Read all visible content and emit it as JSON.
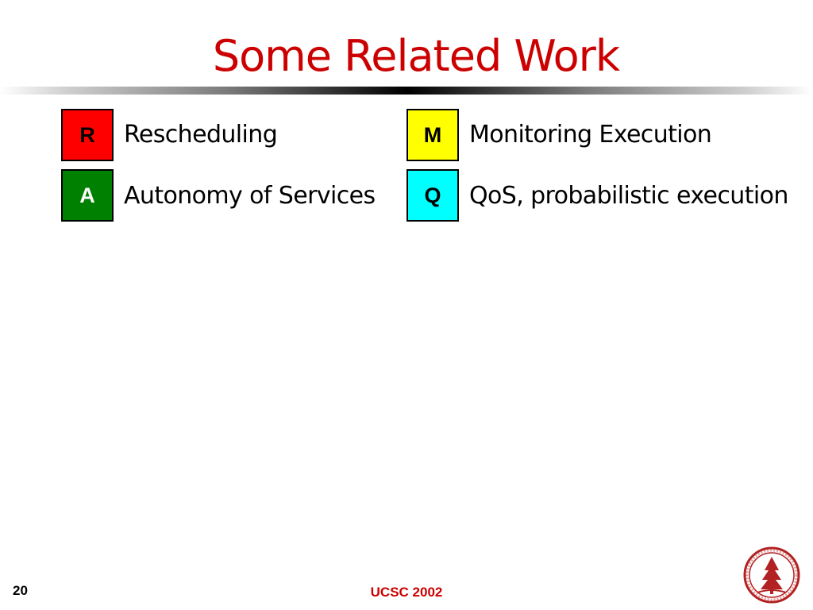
{
  "slide": {
    "title": "Some Related Work",
    "page_number": "20",
    "footer": "UCSC 2002"
  },
  "legend": [
    {
      "letter": "R",
      "label": "Rescheduling",
      "color": "#ff0000",
      "letter_color": "#000000"
    },
    {
      "letter": "A",
      "label": "Autonomy of Services",
      "color": "#008000",
      "letter_color": "#ffffff"
    },
    {
      "letter": "M",
      "label": "Monitoring Execution",
      "color": "#ffff00",
      "letter_color": "#000000"
    },
    {
      "letter": "Q",
      "label": "QoS, probabilistic execution",
      "color": "#00ffff",
      "letter_color": "#000000"
    }
  ],
  "colors": {
    "title": "#cc0000",
    "footer": "#cc0000",
    "seal": "#b22222"
  },
  "icons": {
    "seal": "university-seal-icon"
  }
}
